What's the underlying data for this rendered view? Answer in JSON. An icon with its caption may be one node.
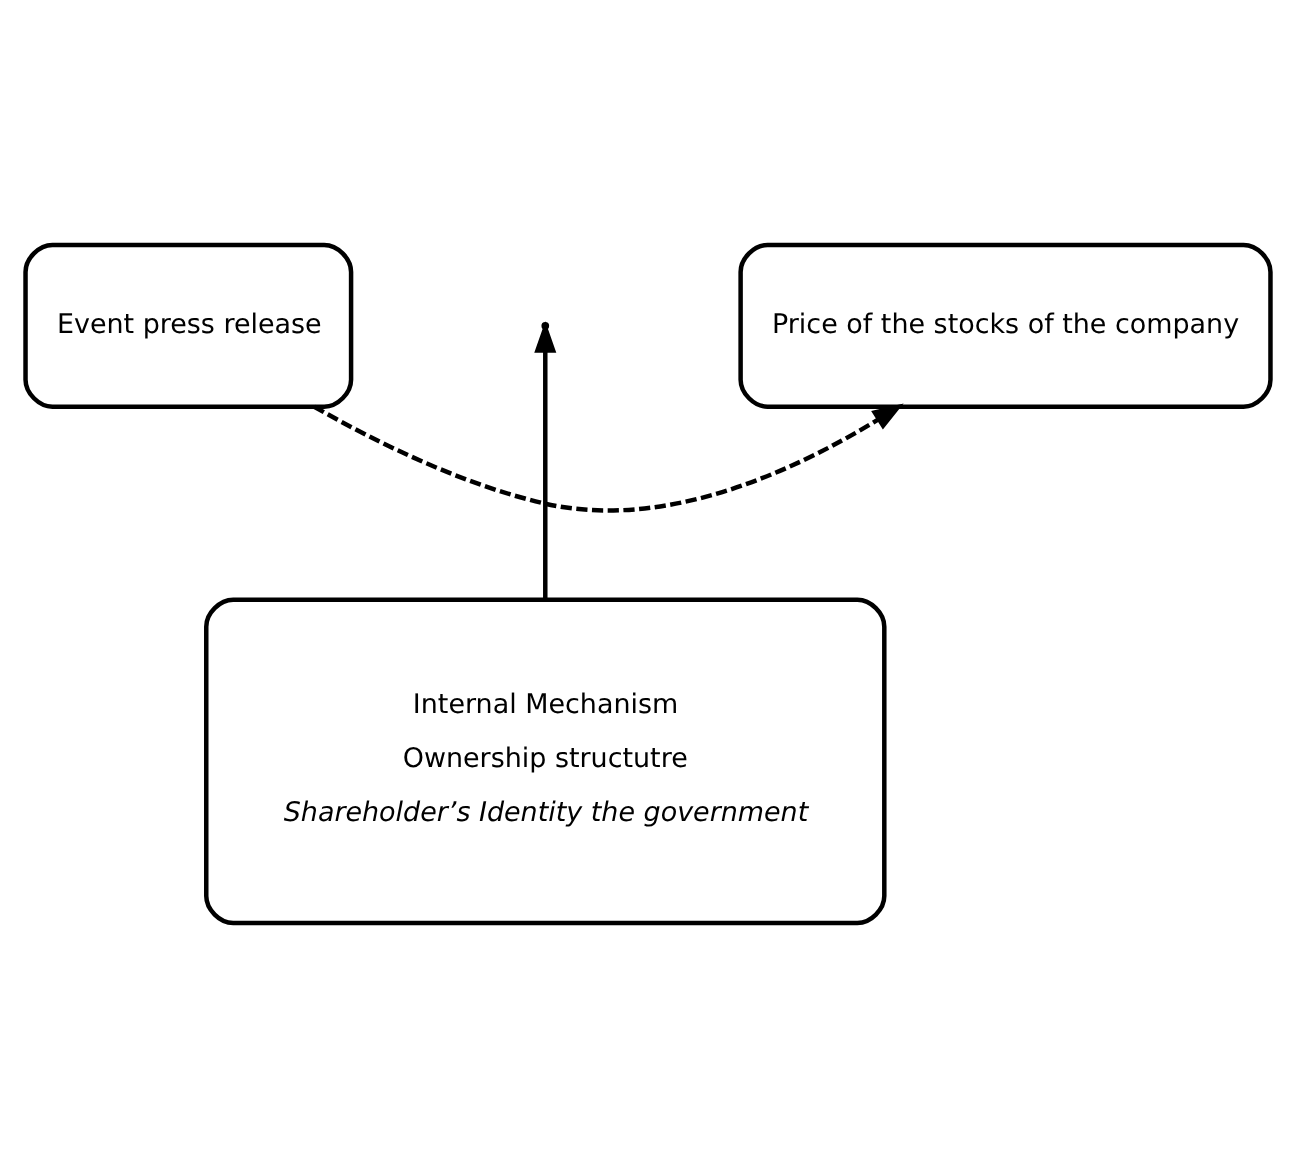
{
  "diagram": {
    "nodes": [
      {
        "text": [
          "Event press release"
        ]
      },
      {
        "text": [
          "Price of the stocks of the company"
        ]
      },
      {
        "text": [
          "Internal Mechanism",
          "Ownership structutre",
          "Shareholder’s Identity the government"
        ]
      }
    ],
    "edges": [
      {
        "from": 0,
        "to": 1,
        "arrow": "to",
        "style": "dashed"
      },
      {
        "from": 2,
        "to": null,
        "arrow": "to"
      }
    ]
  }
}
